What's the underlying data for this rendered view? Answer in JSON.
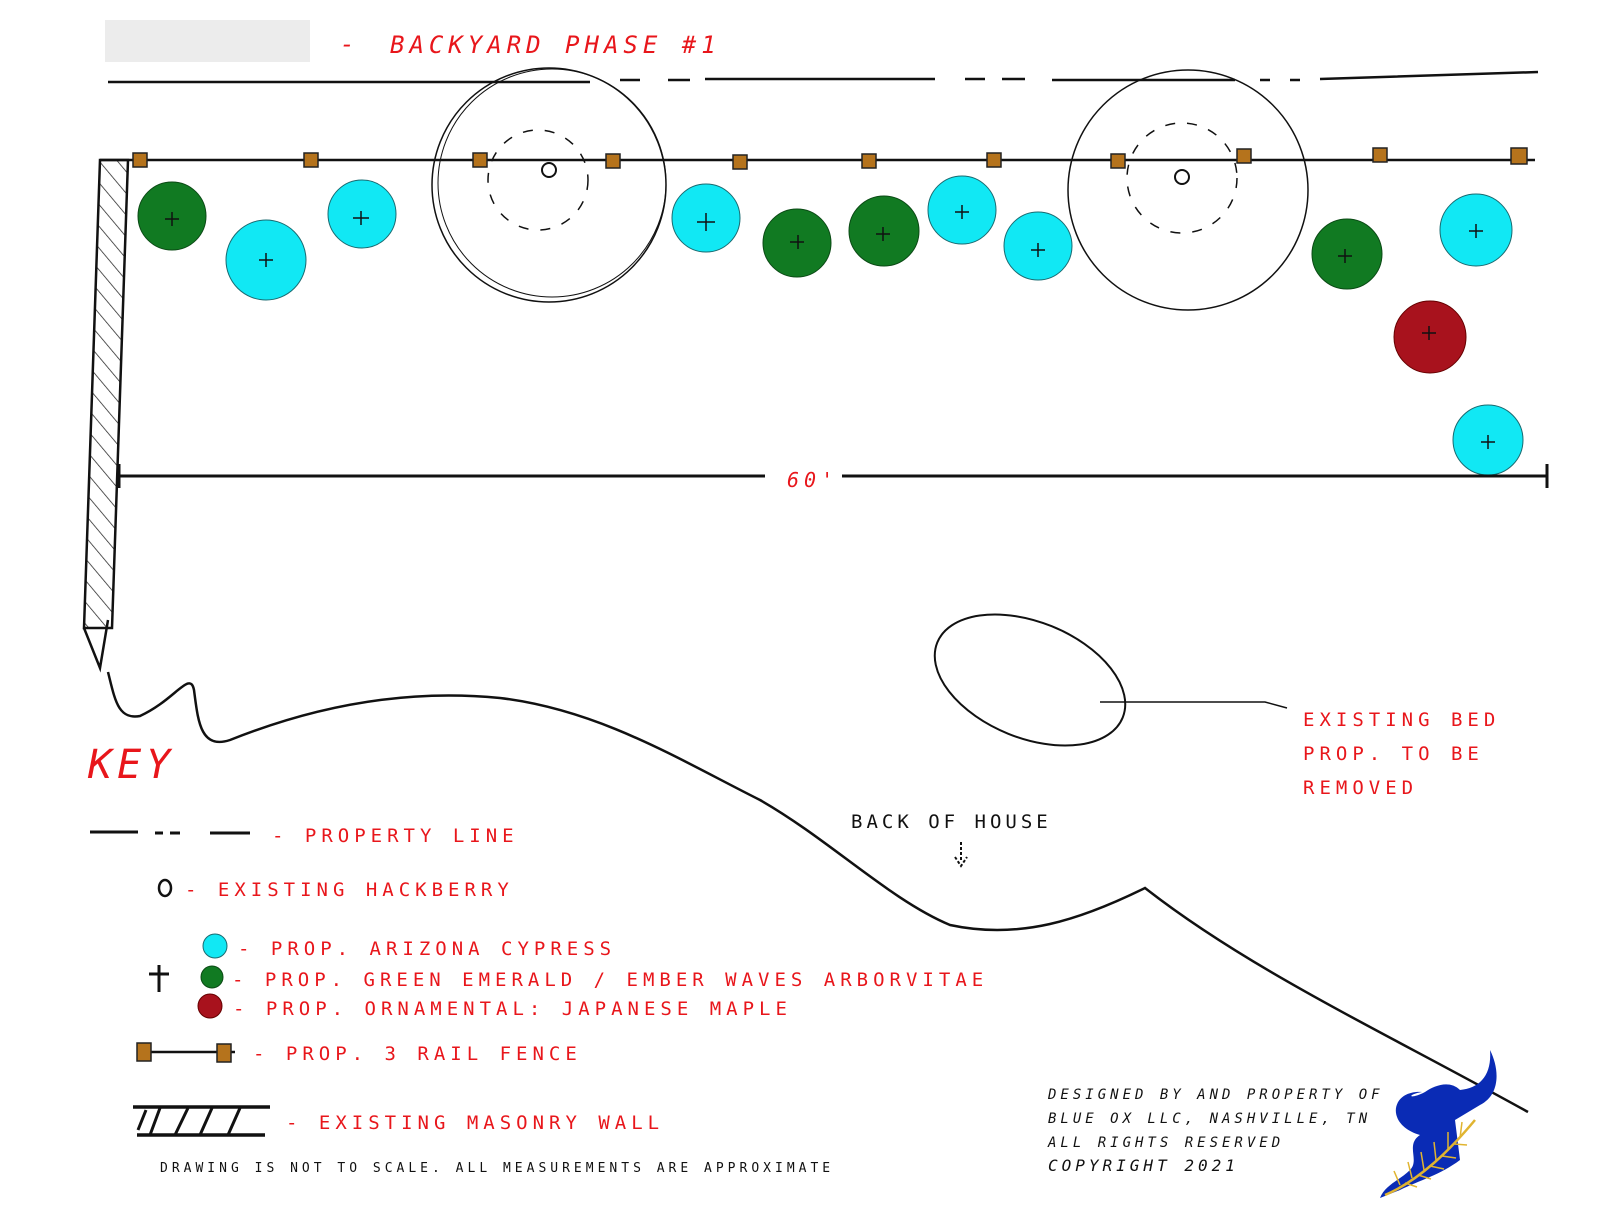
{
  "title": {
    "separator": "-",
    "text": "BACKYARD PHASE #1"
  },
  "dimension": {
    "label": "60'"
  },
  "annotations": {
    "existing_bed": [
      "EXISTING BED",
      "PROP. TO BE",
      "REMOVED"
    ],
    "back_of_house": "BACK OF HOUSE"
  },
  "key": {
    "heading": "KEY",
    "items": [
      {
        "label": "- PROPERTY LINE"
      },
      {
        "label": "- EXISTING HACKBERRY"
      },
      {
        "label": "- PROP. ARIZONA CYPRESS"
      },
      {
        "label": "- PROP. GREEN EMERALD / EMBER WAVES ARBORVITAE"
      },
      {
        "label": "- PROP. ORNAMENTAL: JAPANESE MAPLE"
      },
      {
        "label": "- PROP. 3 RAIL FENCE"
      },
      {
        "label": "- EXISTING MASONRY WALL"
      }
    ],
    "note": "DRAWING IS NOT TO SCALE. ALL MEASUREMENTS ARE APPROXIMATE"
  },
  "credits": [
    "DESIGNED BY AND PROPERTY OF",
    "BLUE OX LLC, NASHVILLE, TN",
    "ALL RIGHTS RESERVED",
    "COPYRIGHT 2021"
  ],
  "logo": {
    "name": "Blue Ox",
    "color": "#0a2bb5",
    "accent": "#e0b430"
  },
  "colors": {
    "cypress": "#11e8f4",
    "arborvitae": "#117a22",
    "maple": "#a8121d",
    "fence_post": "#b5731c",
    "text": "#e8161b"
  }
}
